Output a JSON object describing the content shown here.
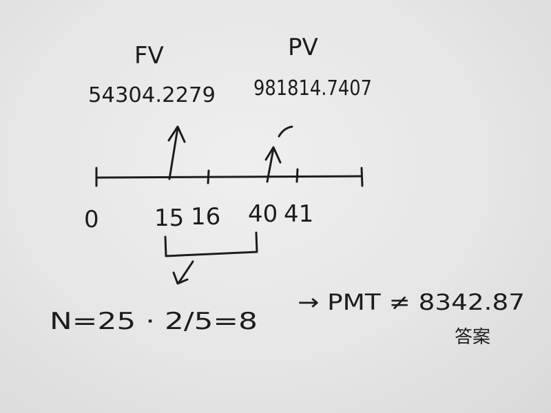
{
  "labels": {
    "fv": "FV",
    "pv": "PV",
    "fv_value": "54304.2279",
    "pv_value": "981814.7407"
  },
  "timeline": {
    "ticks": [
      "0",
      "15",
      "16",
      "40",
      "41"
    ]
  },
  "equation": {
    "n_expr": "N=25 · 2/5=8",
    "pmt_expr": "→ PMT ≠ 8342.87",
    "note": "答案"
  }
}
